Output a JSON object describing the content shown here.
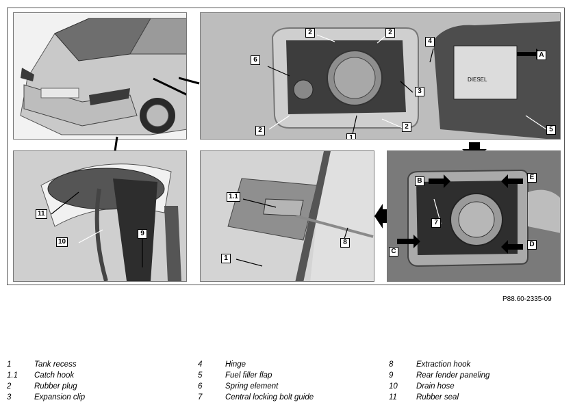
{
  "figure_ref": "P88.60-2335-09",
  "callouts": {
    "p2": [
      "2",
      "2",
      "6",
      "4",
      "A",
      "3",
      "2",
      "2",
      "1",
      "5"
    ],
    "p3": [
      "11",
      "10",
      "9"
    ],
    "p4": [
      "1.1",
      "8",
      "1"
    ],
    "p5": [
      "B",
      "E",
      "7",
      "C",
      "D"
    ]
  },
  "legend": [
    [
      {
        "num": "1",
        "text": "Tank recess"
      },
      {
        "num": "1.1",
        "text": "Catch hook"
      },
      {
        "num": "2",
        "text": "Rubber plug"
      },
      {
        "num": "3",
        "text": "Expansion clip"
      }
    ],
    [
      {
        "num": "4",
        "text": "Hinge"
      },
      {
        "num": "5",
        "text": "Fuel filler flap"
      },
      {
        "num": "6",
        "text": "Spring element"
      },
      {
        "num": "7",
        "text": "Central locking bolt guide"
      }
    ],
    [
      {
        "num": "8",
        "text": "Extraction hook"
      },
      {
        "num": "9",
        "text": "Rear fender paneling"
      },
      {
        "num": "10",
        "text": "Drain hose"
      },
      {
        "num": "11",
        "text": "Rubber seal"
      }
    ]
  ],
  "flap_label_text": "DIESEL"
}
